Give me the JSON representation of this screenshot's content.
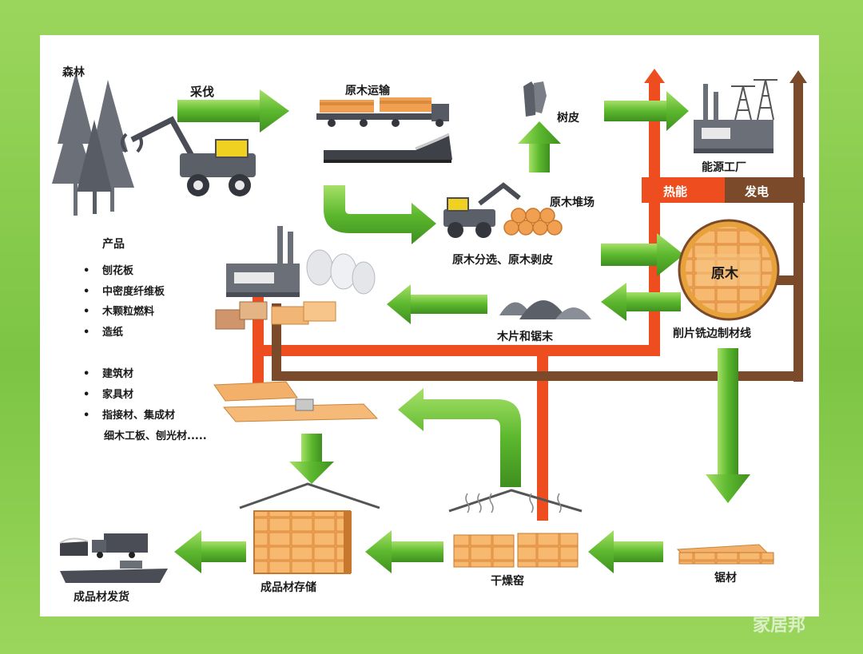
{
  "labels": {
    "forest": "森林",
    "harvest": "采伐",
    "log_transport": "原木运输",
    "bark": "树皮",
    "energy_plant": "能源工厂",
    "heat_energy": "热能",
    "power": "发电",
    "log_yard": "原木堆场",
    "log_sort_debark": "原木分选、原木剥皮",
    "log": "原木",
    "chip_line": "削片铣边制材线",
    "chips_sawdust": "木片和锯末",
    "sawn_timber": "锯材",
    "kiln": "干燥窑",
    "storage": "成品材存储",
    "shipping": "成品材发货"
  },
  "products": {
    "title": "产品",
    "group1": [
      "刨花板",
      "中密度纤维板",
      "木颗粒燃料",
      "造纸"
    ],
    "group2": [
      "建筑材",
      "家具材",
      "指接材、集成材"
    ],
    "group2_extra": "细木工板、刨光材....."
  },
  "watermark": "家居邦",
  "colors": {
    "arrow_green": "#5cb82e",
    "heat_orange": "#ee4e1f",
    "power_brown": "#7a4a2a",
    "wood": "#f0a050",
    "machine_gray": "#6b6f78"
  }
}
